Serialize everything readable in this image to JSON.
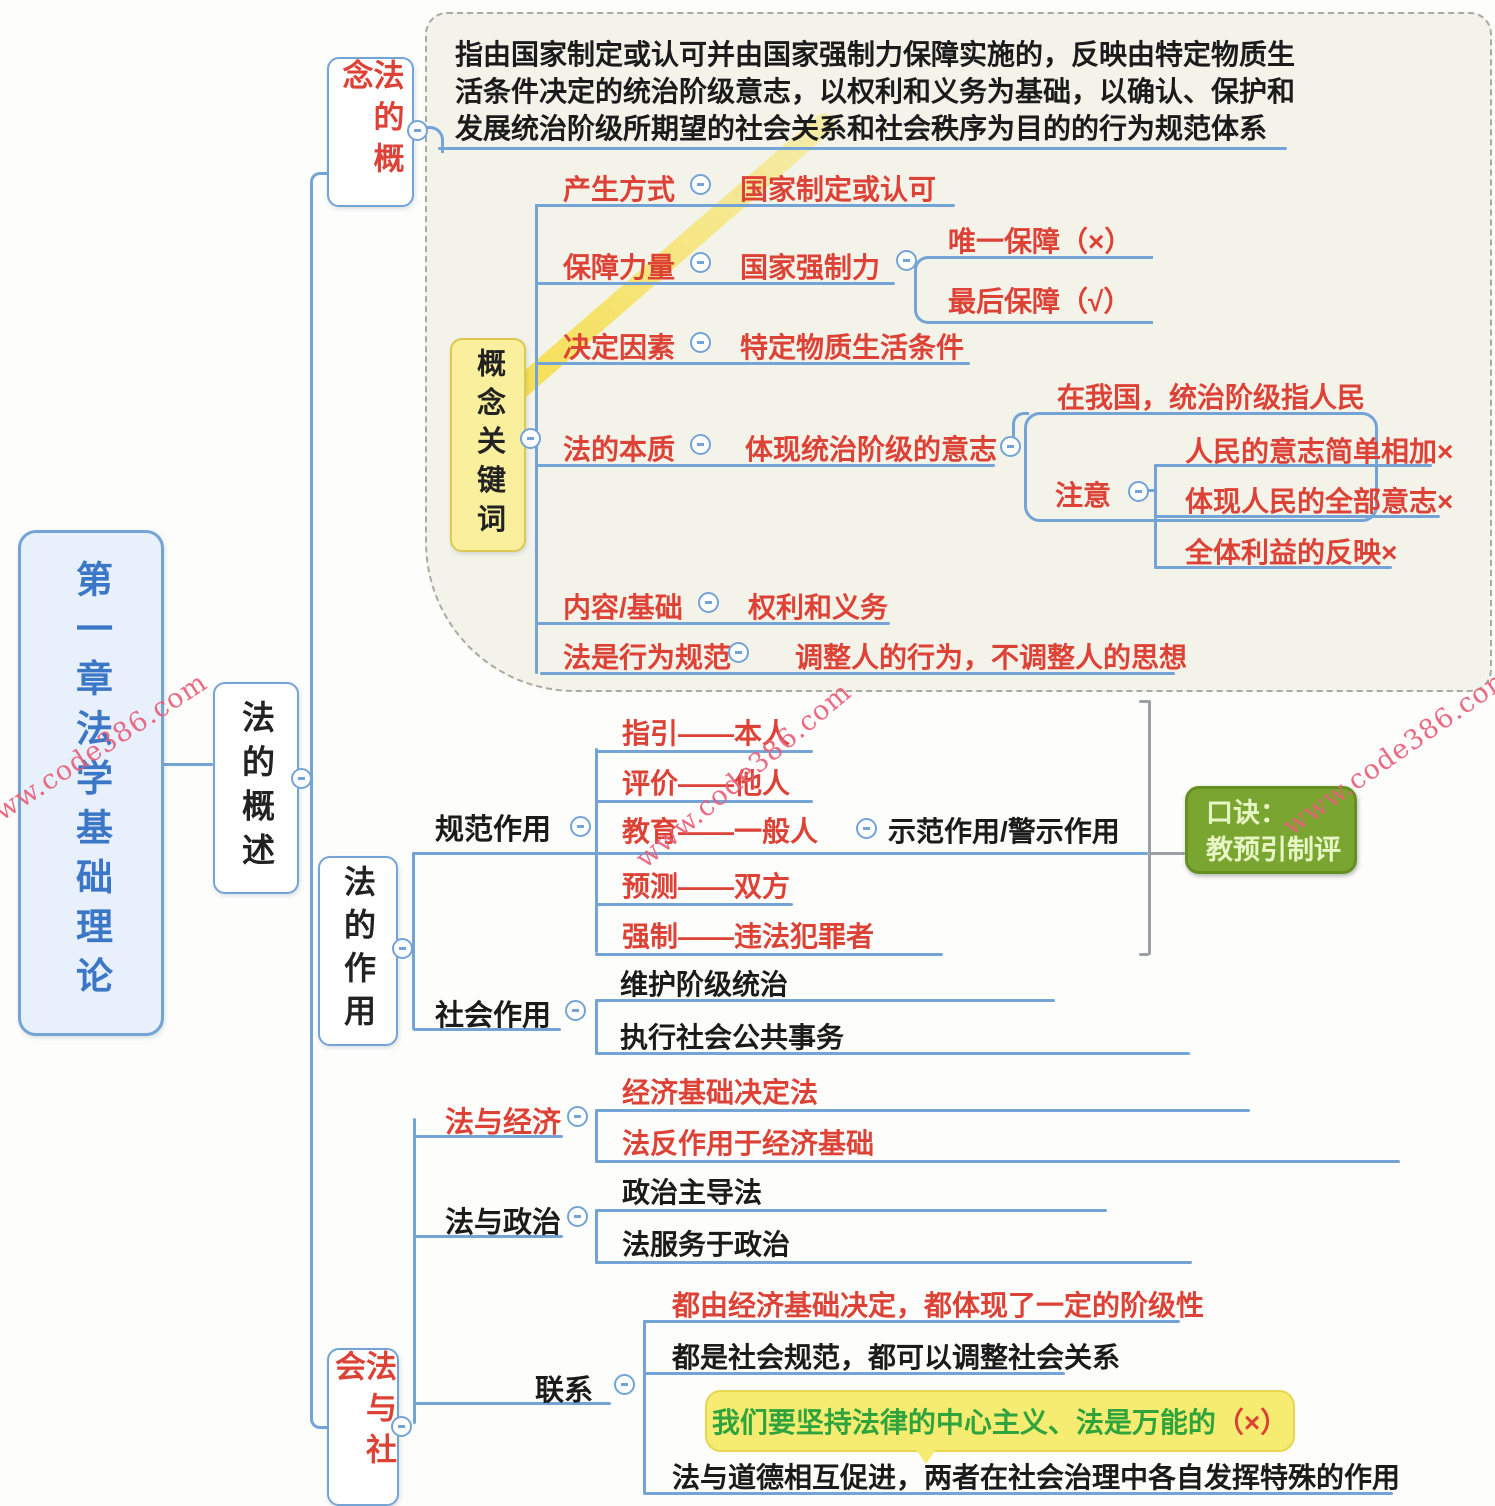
{
  "watermark": {
    "text": "www.code386.com"
  },
  "root": {
    "title": "第一章法学基础理论"
  },
  "overview": {
    "label": "法的概述"
  },
  "concept": {
    "label": "法的概念",
    "definition": {
      "line1": "指由国家制定或认可并由国家强制力保障实施的，反映由特定物质生",
      "line2": "活条件决定的统治阶级意志，以权利和义务为基础，以确认、保护和",
      "line3": "发展统治阶级所期望的社会关系和社会秩序为目的的行为规范体系"
    },
    "keywords_label": "概念关键词",
    "rows": [
      {
        "label": "产生方式",
        "value": "国家制定或认可"
      },
      {
        "label": "保障力量",
        "value": "国家强制力"
      },
      {
        "label": "决定因素",
        "value": "特定物质生活条件"
      },
      {
        "label": "法的本质",
        "value": "体现统治阶级的意志"
      },
      {
        "label": "内容/基础",
        "value": "权利和义务"
      },
      {
        "label": "法是行为规范",
        "value": "调整人的行为，不调整人的思想"
      }
    ],
    "guarantee_children": [
      "唯一保障（×）",
      "最后保障（√）"
    ],
    "essence": {
      "china_note": "在我国，统治阶级指人民",
      "note_label": "注意",
      "cautions": [
        "人民的意志简单相加×",
        "体现人民的全部意志×",
        "全体利益的反映×"
      ]
    }
  },
  "function": {
    "label": "法的作用",
    "normative": {
      "label": "规范作用",
      "items": [
        "指引——本人",
        "评价——他人",
        "教育——一般人",
        "预测——双方",
        "强制——违法犯罪者"
      ],
      "education_note": "示范作用/警示作用"
    },
    "mnemonic": {
      "line1": "口诀：",
      "line2": "教预引制评"
    },
    "social": {
      "label": "社会作用",
      "items": [
        "维护阶级统治",
        "执行社会公共事务"
      ]
    }
  },
  "society": {
    "label": "法与社会",
    "economy": {
      "label": "法与经济",
      "items": [
        "经济基础决定法",
        "法反作用于经济基础"
      ]
    },
    "politics": {
      "label": "法与政治",
      "items": [
        "政治主导法",
        "法服务于政治"
      ]
    },
    "relation": {
      "label": "联系",
      "items": [
        "都由经济基础决定，都体现了一定的阶级性",
        "都是社会规范，都可以调整社会关系"
      ],
      "bubble": {
        "text": "我们要坚持法律的中心主义、法是万能的",
        "mark": "（×）"
      },
      "moral": "法与道德相互促进，两者在社会治理中各自发挥特殊的作用"
    }
  }
}
